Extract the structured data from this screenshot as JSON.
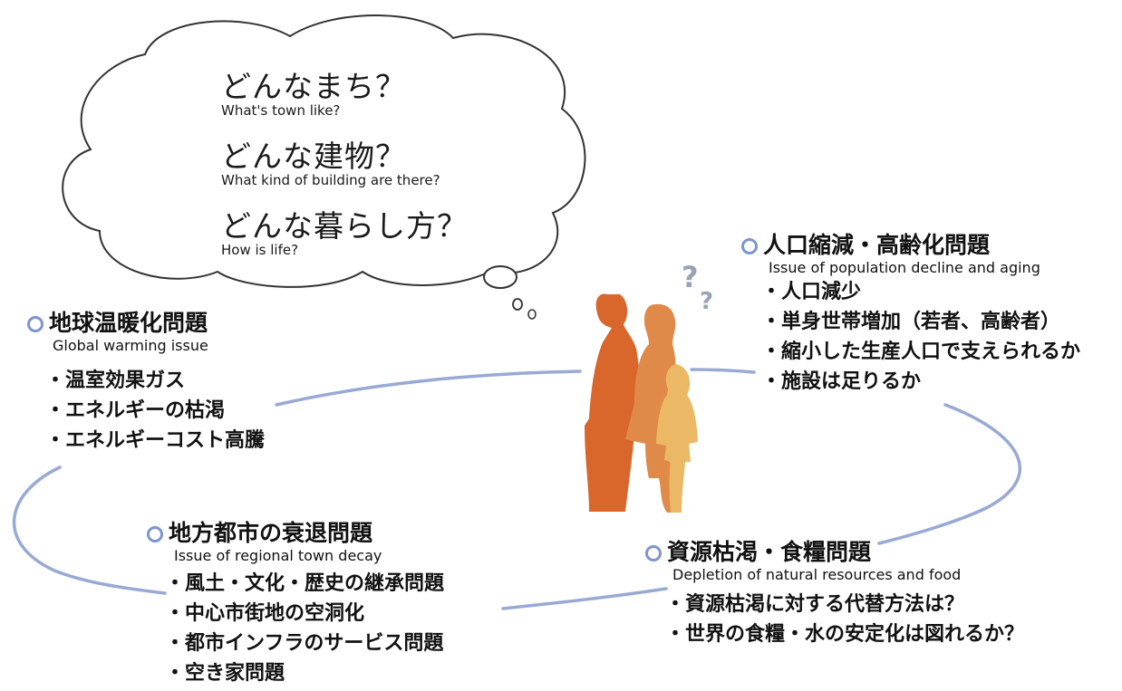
{
  "thought_bubble": {
    "questions": [
      {
        "ja": "どんなまち？",
        "en": "What's town like?"
      },
      {
        "ja": "どんな建物？",
        "en": "What kind of building are there?"
      },
      {
        "ja": "どんな暮らし方？",
        "en": "How is life?"
      }
    ]
  },
  "question_marks": [
    "?",
    "?"
  ],
  "issues": {
    "population": {
      "title": "人口縮減・高齢化問題",
      "title_en": "Issue of population decline and aging",
      "items": [
        "人口減少",
        "単身世帯増加（若者、高齢者）",
        "縮小した生産人口で支えられるか",
        "施設は足りるか"
      ]
    },
    "warming": {
      "title": "地球温暖化問題",
      "title_en": "Global warming issue",
      "items": [
        "温室効果ガス",
        "エネルギーの枯渇",
        "エネルギーコスト高騰"
      ]
    },
    "regional": {
      "title": "地方都市の衰退問題",
      "title_en": "Issue of regional town decay",
      "items": [
        "風土・文化・歴史の継承問題",
        "中心市街地の空洞化",
        "都市インフラのサービス問題",
        "空き家問題"
      ]
    },
    "resources": {
      "title": "資源枯渇・食糧問題",
      "title_en": "Depletion of natural resources and food",
      "items": [
        "資源枯渇に対する代替方法は？",
        "世界の食糧・水の安定化は図れるか？"
      ]
    }
  },
  "colors": {
    "ring": "#98a9d4",
    "marker": "#7e94cd",
    "figure_man": "#d9662a",
    "figure_woman": "#e08a4a",
    "figure_child": "#ebb865",
    "bubble_stroke": "#333333"
  }
}
